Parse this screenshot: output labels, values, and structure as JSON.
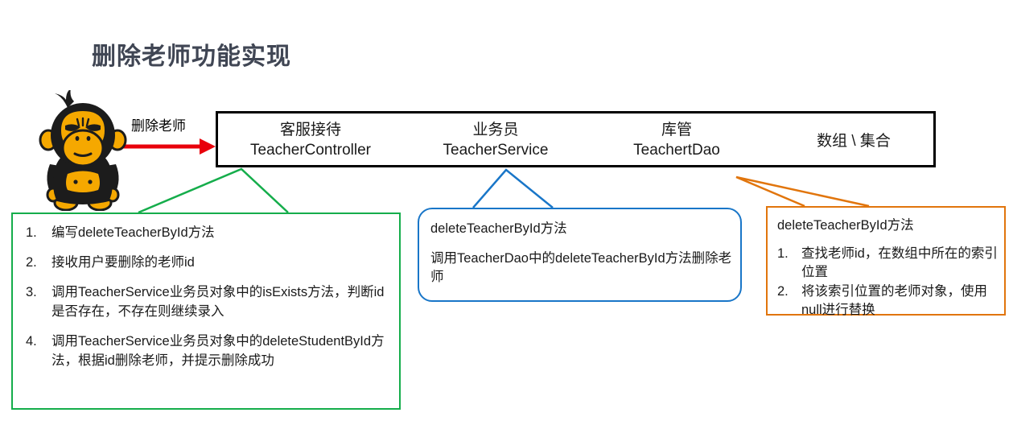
{
  "title": "删除老师功能实现",
  "arrow": {
    "label": "删除老师",
    "color": "#E8000B"
  },
  "role_bar": {
    "border_color": "#000000",
    "cells": [
      {
        "cn": "客服接待",
        "en": "TeacherController"
      },
      {
        "cn": "业务员",
        "en": "TeacherService"
      },
      {
        "cn": "库管",
        "en": "TeachertDao"
      },
      {
        "cn": "数组 \\ 集合",
        "en": ""
      }
    ]
  },
  "green_callout": {
    "color": "#15AD4B",
    "items": [
      {
        "num": "1.",
        "text": "编写deleteTeacherById方法"
      },
      {
        "num": "2.",
        "text": "接收用户要删除的老师id"
      },
      {
        "num": "3.",
        "text": "调用TeacherService业务员对象中的isExists方法，判断id是否存在，不存在则继续录入"
      },
      {
        "num": "4.",
        "text": "调用TeacherService业务员对象中的deleteStudentById方法，根据id删除老师，并提示删除成功"
      }
    ]
  },
  "blue_callout": {
    "color": "#1976C8",
    "line1": "deleteTeacherById方法",
    "line2": "调用TeacherDao中的deleteTeacherById方法删除老师"
  },
  "orange_callout": {
    "color": "#E1750C",
    "heading": "deleteTeacherById方法",
    "items": [
      {
        "num": "1.",
        "text": "查找老师id，在数组中所在的索引位置"
      },
      {
        "num": "2.",
        "text": "将该索引位置的老师对象，使用null进行替换"
      }
    ]
  },
  "mascot": {
    "name": "gorilla-mascot",
    "body_color": "#1C1C1C",
    "face_color": "#F5A800"
  }
}
